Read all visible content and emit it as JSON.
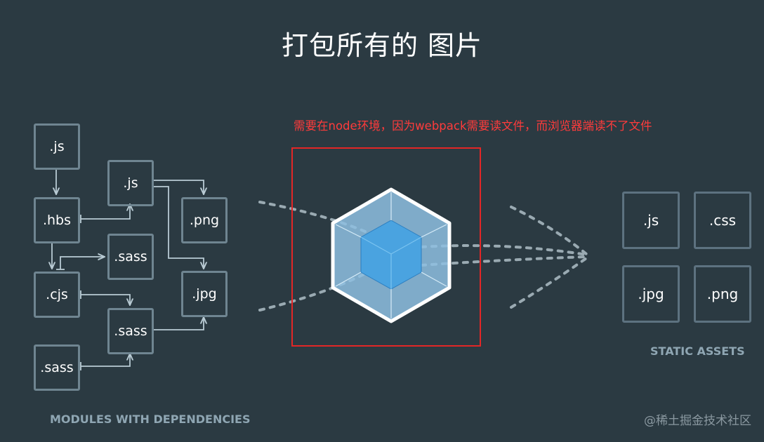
{
  "title": "打包所有的 图片",
  "note": "需要在node环境，因为webpack需要读文件，而浏览器端读不了文件",
  "modules": {
    "m1": ".js",
    "m2": ".hbs",
    "m3": ".cjs",
    "m4": ".sass",
    "m5": ".js",
    "m6": ".sass",
    "m7": ".sass",
    "m8": ".png",
    "m9": ".jpg"
  },
  "modules_caption": "MODULES WITH DEPENDENCIES",
  "assets": {
    "a1": ".js",
    "a2": ".css",
    "a3": ".jpg",
    "a4": ".png"
  },
  "assets_caption": "STATIC ASSETS",
  "watermark": "@稀土掘金技术社区",
  "colors": {
    "background": "#2b3a42",
    "box_border": "#6f8591",
    "arrow": "#b9cbd4",
    "highlight": "#e32626",
    "cube_outer": "#8ebfe0",
    "cube_inner": "#4aa3e0"
  }
}
